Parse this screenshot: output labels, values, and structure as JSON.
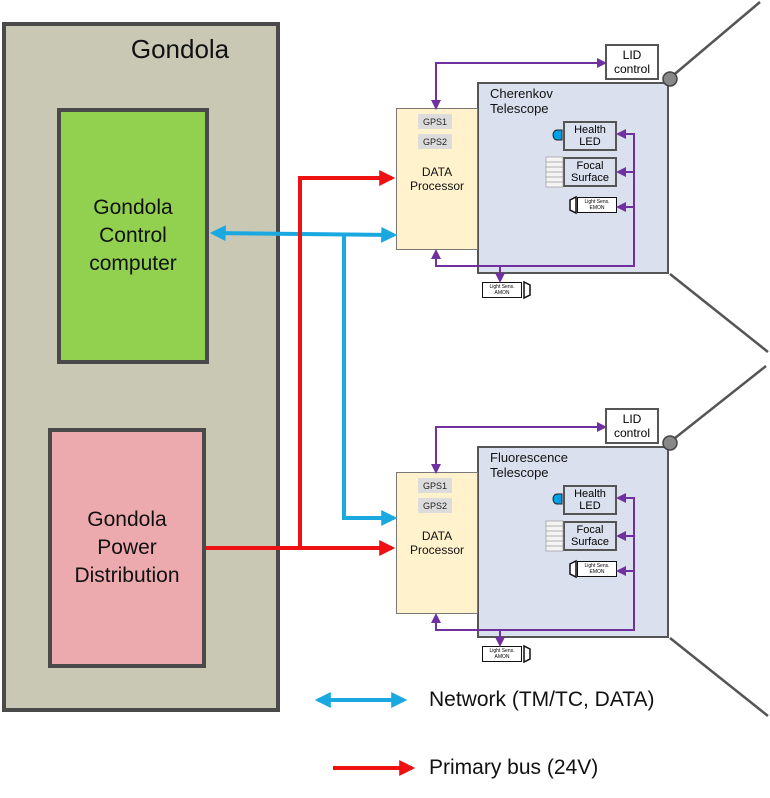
{
  "gondola": {
    "title": "Gondola",
    "control_computer": "Gondola\nControl\ncomputer",
    "power_distribution": "Gondola\nPower\nDistribution"
  },
  "telescopes": [
    {
      "title": "Cherenkov\nTelescope",
      "gps1": "GPS1",
      "gps2": "GPS2",
      "data_processor": "DATA\nProcessor",
      "lid_control": "LID\ncontrol",
      "health_led": "Health\nLED",
      "focal_surface": "Focal\nSurface",
      "emon_sensor": "Light Sens.\nEMON",
      "amon_sensor": "Light Sens.\nAMON"
    },
    {
      "title": "Fluorescence\nTelescope",
      "gps1": "GPS1",
      "gps2": "GPS2",
      "data_processor": "DATA\nProcessor",
      "lid_control": "LID\ncontrol",
      "health_led": "Health\nLED",
      "focal_surface": "Focal\nSurface",
      "emon_sensor": "Light Sens.\nEMON",
      "amon_sensor": "Light Sens.\nAMON"
    }
  ],
  "legend": {
    "network": "Network (TM/TC, DATA)",
    "primary_bus": "Primary bus (24V)"
  },
  "colors": {
    "network": "#19a8e0",
    "primary_bus": "#ee1111",
    "internal": "#7030a0"
  }
}
